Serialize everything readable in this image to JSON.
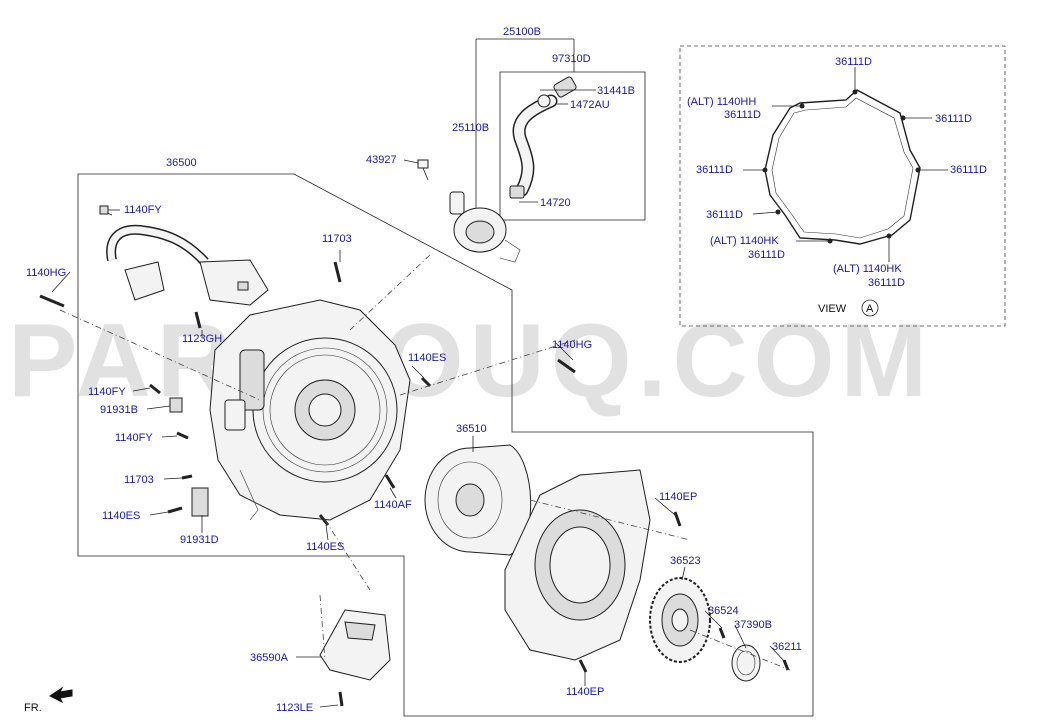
{
  "watermark": "PARTSOUQ.COM",
  "direction": {
    "label": "FR."
  },
  "view": {
    "label": "VIEW",
    "marker": "A"
  },
  "labels": {
    "p25100B": "25100B",
    "p97310D": "97310D",
    "p31441B": "31441B",
    "p1472AU": "1472AU",
    "p25110B": "25110B",
    "p43927": "43927",
    "p14720": "14720",
    "p36500": "36500",
    "p1140FY_a": "1140FY",
    "p11703_a": "11703",
    "p1140HG_a": "1140HG",
    "p1123GH": "1123GH",
    "p1140HG_b": "1140HG",
    "p1140ES_a": "1140ES",
    "p1140FY_b": "1140FY",
    "p91931B": "91931B",
    "p1140FY_c": "1140FY",
    "p11703_b": "11703",
    "p1140ES_b": "1140ES",
    "p91931D": "91931D",
    "p1140ES_c": "1140ES",
    "p1140AF": "1140AF",
    "p36510": "36510",
    "p1140EP_a": "1140EP",
    "p36523": "36523",
    "p36524": "36524",
    "p37390B": "37390B",
    "p36211": "36211",
    "p1140EP_b": "1140EP",
    "p36590A": "36590A",
    "p1123LE": "1123LE",
    "v36111D_top": "36111D",
    "v1140HH": "(ALT)  1140HH",
    "v36111D_a": "36111D",
    "v36111D_right1": "36111D",
    "v36111D_left1": "36111D",
    "v36111D_right2": "36111D",
    "v36111D_left2": "36111D",
    "v1140HK_a": "(ALT)  1140HK",
    "v36111D_b": "36111D",
    "v1140HK_b": "(ALT)  1140HK",
    "v36111D_c": "36111D"
  }
}
